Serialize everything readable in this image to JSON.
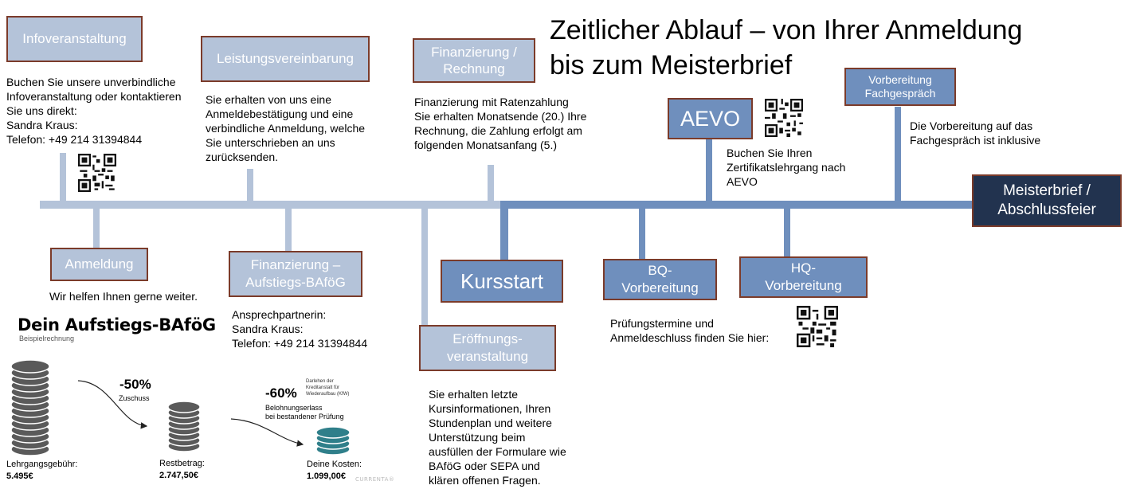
{
  "title": {
    "line1": "Zeitlicher Ablauf – von Ihrer Anmeldung",
    "line2": "bis zum Meisterbrief"
  },
  "steps": {
    "infoveranstaltung": {
      "label": "Infoveranstaltung",
      "text": "Buchen Sie unsere unverbindliche\nInfoveranstaltung oder kontaktieren\nSie uns direkt:\nSandra Kraus:\nTelefon: +49 214 31394844"
    },
    "leistungsvereinbarung": {
      "label": "Leistungsvereinbarung",
      "text": "Sie erhalten von uns eine\nAnmeldebestätigung und eine\nverbindliche Anmeldung, welche\nSie unterschrieben an uns\nzurücksenden."
    },
    "finanzierung_rechnung": {
      "label": "Finanzierung /\nRechnung",
      "text": "Finanzierung mit Ratenzahlung\nSie erhalten Monatsende (20.) Ihre\nRechnung, die Zahlung erfolgt am\nfolgenden Monatsanfang (5.)"
    },
    "aevo": {
      "label": "AEVO",
      "text": "Buchen Sie Ihren\nZertifikatslehrgang nach\nAEVO"
    },
    "vorbereitung_fachgespraech": {
      "label": "Vorbereitung\nFachgespräch",
      "text": "Die Vorbereitung auf das\nFachgespräch ist inklusive"
    },
    "meisterbrief": {
      "label": "Meisterbrief /\nAbschlussfeier"
    },
    "anmeldung": {
      "label": "Anmeldung",
      "text": "Wir helfen Ihnen gerne weiter."
    },
    "finanzierung_bafoeg": {
      "label": "Finanzierung –\nAufstiegs-BAföG",
      "text": "Ansprechpartnerin:\nSandra Kraus:\nTelefon: +49 214 31394844"
    },
    "eroeffnung": {
      "label": "Eröffnungs-\nveranstaltung",
      "text": "Sie erhalten letzte\nKursinformationen, Ihren\nStundenplan und weitere\nUnterstützung beim\nausfüllen der Formulare wie\nBAföG oder SEPA und\nklären offenen Fragen."
    },
    "kursstart": {
      "label": "Kursstart"
    },
    "bq": {
      "label": "BQ-\nVorbereitung"
    },
    "hq": {
      "label": "HQ-\nVorbereitung",
      "text": "Prüfungstermine und\nAnmeldeschluss finden Sie hier:"
    }
  },
  "bafoeg": {
    "title": "Dein Aufstiegs-BAföG",
    "subtitle": "Beispielrechnung",
    "step1_pct": "-50%",
    "step1_label": "Zuschuss",
    "step2_pct": "-60%",
    "step2_note": "Darlehen der\nKreditanstalt für\nWiederaufbau (KfW)",
    "step2_label": "Belohnungserlass\nbei bestandener Prüfung",
    "fee_label": "Lehrgangsgebühr:",
    "fee_value": "5.495€",
    "rest_label": "Restbetrag:",
    "rest_value": "2.747,50€",
    "cost_label": "Deine Kosten:",
    "cost_value": "1.099,00€",
    "brand": "CURRENTA"
  },
  "colors": {
    "light": "#b4c3d9",
    "mid": "#6f8fbd",
    "dark": "#22334f",
    "border": "#7b3b2a",
    "coin_gray": "#5a5a5a",
    "coin_teal": "#2f7f8a"
  }
}
